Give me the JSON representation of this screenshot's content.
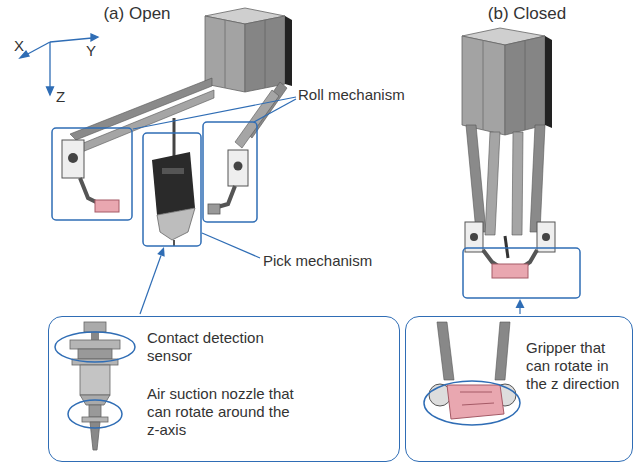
{
  "diagram": {
    "nodes": [
      {
        "text": [
          "Contact detection sensor",
          "Air suction nozzle that can rotate around the z-axis"
        ]
      },
      {
        "text": [
          "Gripper that can rotate in the z direction"
        ]
      }
    ],
    "labels": [
      "(a) Open",
      "(b) Closed",
      "X",
      "Y",
      "Z",
      "Roll mechanism",
      "Pick mechanism"
    ]
  }
}
